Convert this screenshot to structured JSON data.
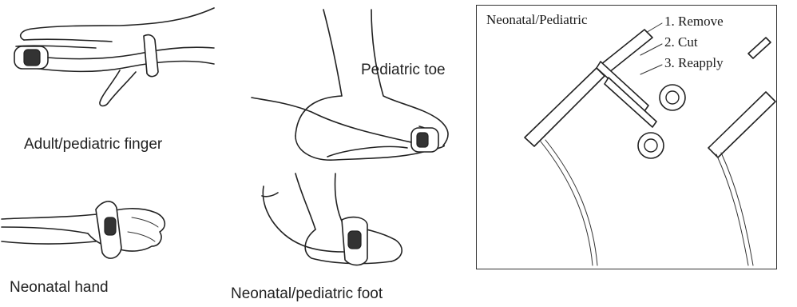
{
  "figures": {
    "finger": {
      "label": "Adult/pediatric finger",
      "icon": "finger-sensor-illustration"
    },
    "toe": {
      "label": "Pediatric toe",
      "icon": "toe-sensor-illustration"
    },
    "hand": {
      "label": "Neonatal hand",
      "icon": "hand-sensor-illustration"
    },
    "foot": {
      "label": "Neonatal/pediatric foot",
      "icon": "foot-sensor-illustration"
    }
  },
  "panel": {
    "title": "Neonatal/Pediatric",
    "steps": [
      "1. Remove",
      "2. Cut",
      "3. Reapply"
    ],
    "icons": [
      "sensor-strip-icon",
      "scissors-icon"
    ]
  }
}
